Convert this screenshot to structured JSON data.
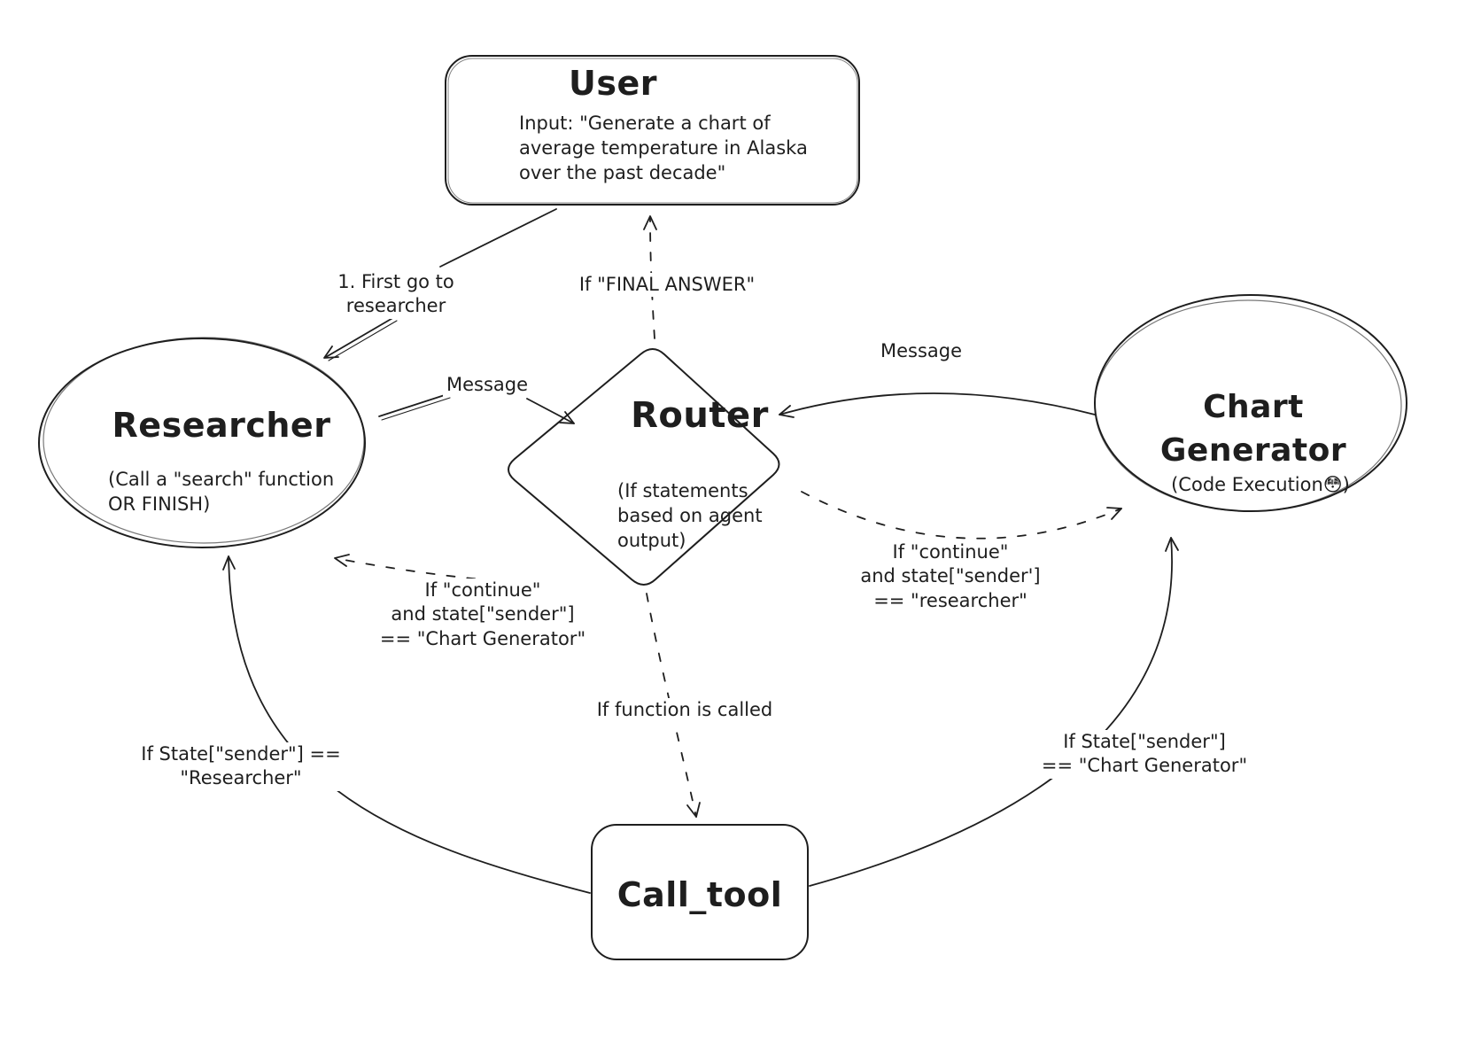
{
  "colors": {
    "stroke": "#1e1e1e",
    "canvas_background": "#ffffff"
  },
  "nodes": {
    "user": {
      "shape": "rounded-rectangle",
      "title": "User",
      "subtitle": "Input: \"Generate a chart of\naverage temperature in Alaska\nover the past decade\""
    },
    "researcher": {
      "shape": "ellipse",
      "title": "Researcher",
      "subtitle": "(Call a \"search\" function\nOR FINISH)"
    },
    "router": {
      "shape": "diamond",
      "title": "Router",
      "subtitle": "(If statements\n based on agent\noutput)"
    },
    "chart_generator": {
      "shape": "ellipse",
      "title": "Chart\nGenerator",
      "subtitle": "(Code Execution😳)"
    },
    "call_tool": {
      "shape": "rounded-rectangle",
      "title": "Call_tool"
    }
  },
  "edges": {
    "user_to_researcher": {
      "from": "user",
      "to": "researcher",
      "style": "solid",
      "label": "1. First go to\nresearcher"
    },
    "router_to_user": {
      "from": "router",
      "to": "user",
      "style": "dashed",
      "label": "If \"FINAL ANSWER\""
    },
    "researcher_to_router": {
      "from": "researcher",
      "to": "router",
      "style": "solid",
      "label": "Message"
    },
    "chart_generator_to_router": {
      "from": "chart_generator",
      "to": "router",
      "style": "solid",
      "label": "Message"
    },
    "router_to_researcher": {
      "from": "router",
      "to": "researcher",
      "style": "dashed",
      "label": "If \"continue\"\nand state[\"sender\"]\n== \"Chart Generator\""
    },
    "router_to_chart_generator": {
      "from": "router",
      "to": "chart_generator",
      "style": "dashed",
      "label": "If \"continue\"\nand state[\"sender']\n== \"researcher\""
    },
    "router_to_call_tool": {
      "from": "router",
      "to": "call_tool",
      "style": "dashed",
      "label": "If function is called"
    },
    "call_tool_to_researcher": {
      "from": "call_tool",
      "to": "researcher",
      "style": "solid",
      "label": "If State[\"sender\"] ==\n\"Researcher\""
    },
    "call_tool_to_chart_generator": {
      "from": "call_tool",
      "to": "chart_generator",
      "style": "solid",
      "label": "If State[\"sender\"]\n== \"Chart Generator\""
    }
  }
}
